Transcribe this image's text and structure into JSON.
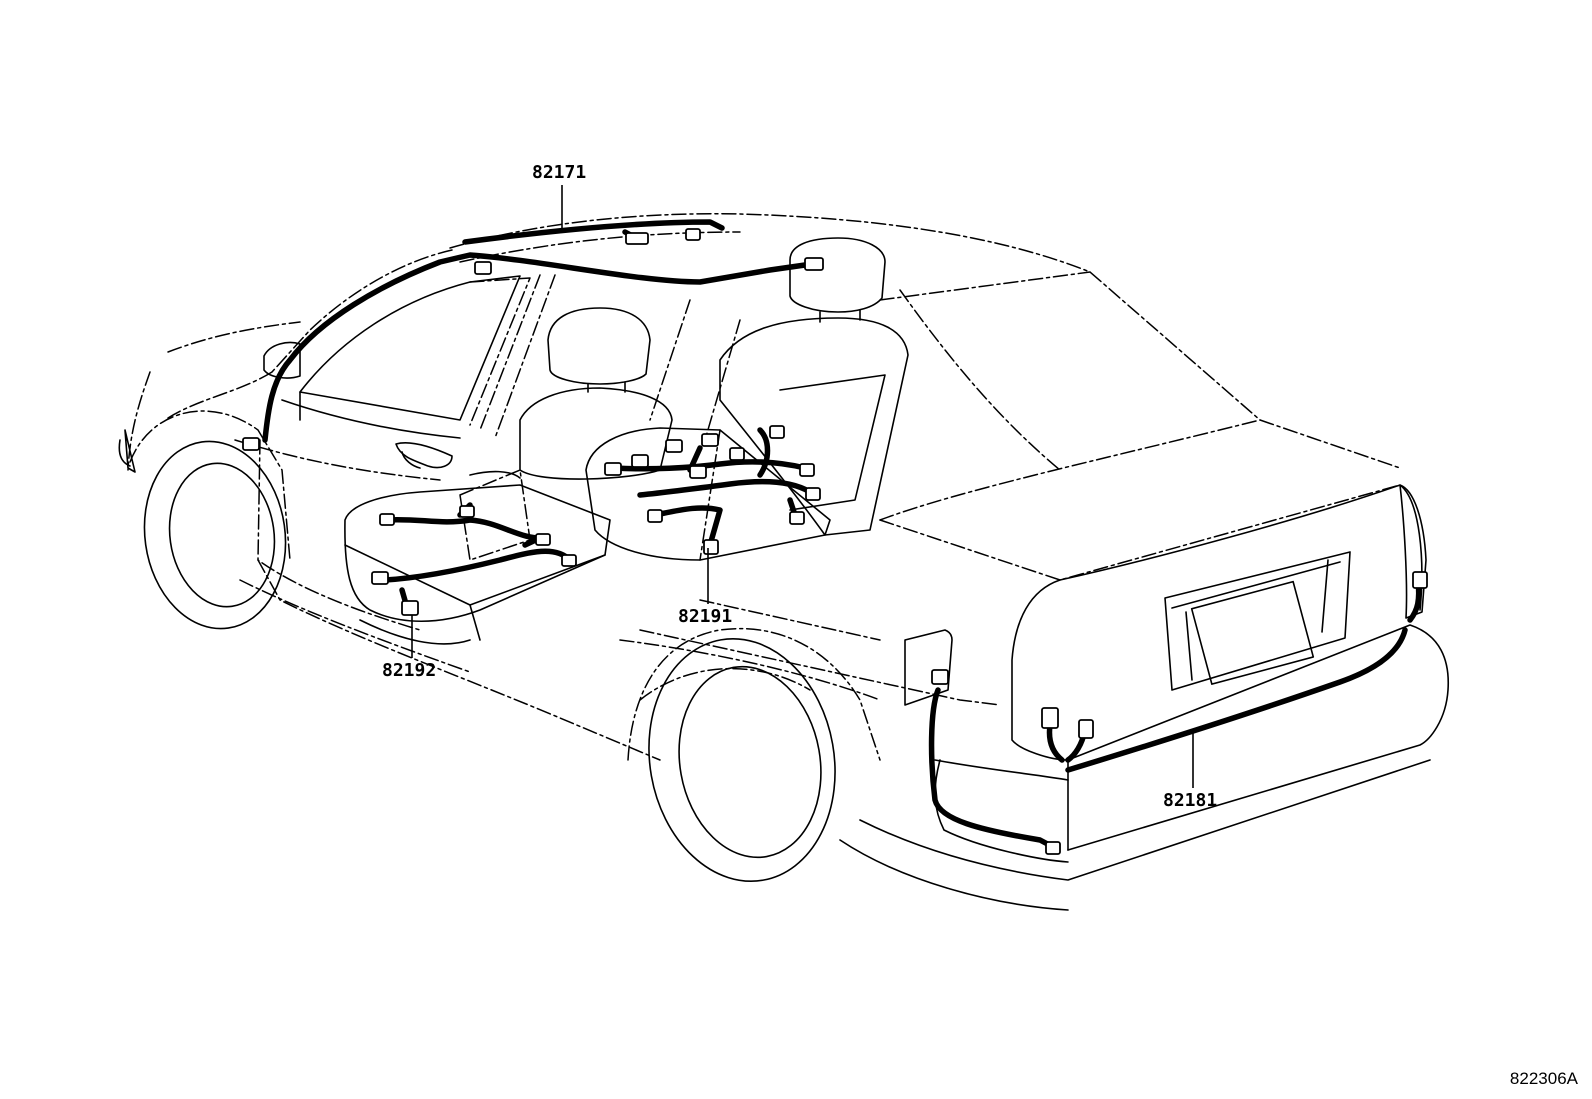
{
  "diagram": {
    "callouts": {
      "roof": "82171",
      "rear_seat": "82191",
      "front_seat": "82192",
      "trunk": "82181"
    },
    "code": "822306A"
  }
}
